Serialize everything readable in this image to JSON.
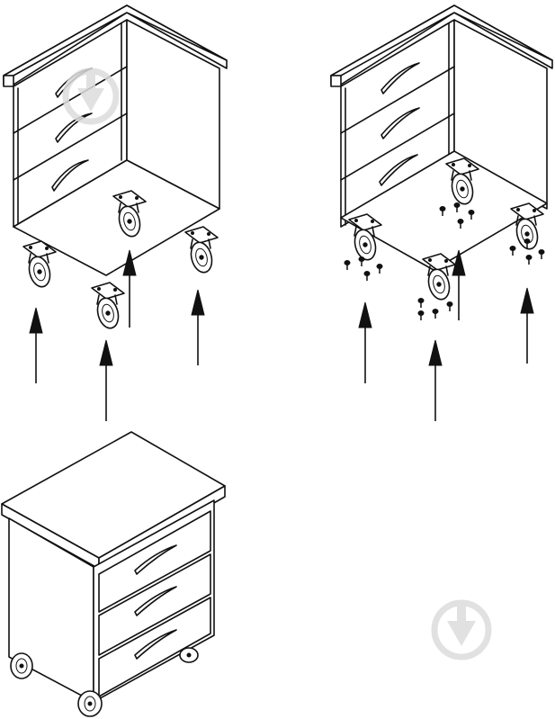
{
  "figure": {
    "panels": [
      "cabinet-casters-attach",
      "cabinet-casters-screws",
      "cabinet-assembled"
    ],
    "watermark_icon": "download-arrow-logo",
    "colors": {
      "line": "#111111",
      "fill": "#ffffff",
      "watermark": "#dcdcdc"
    }
  }
}
